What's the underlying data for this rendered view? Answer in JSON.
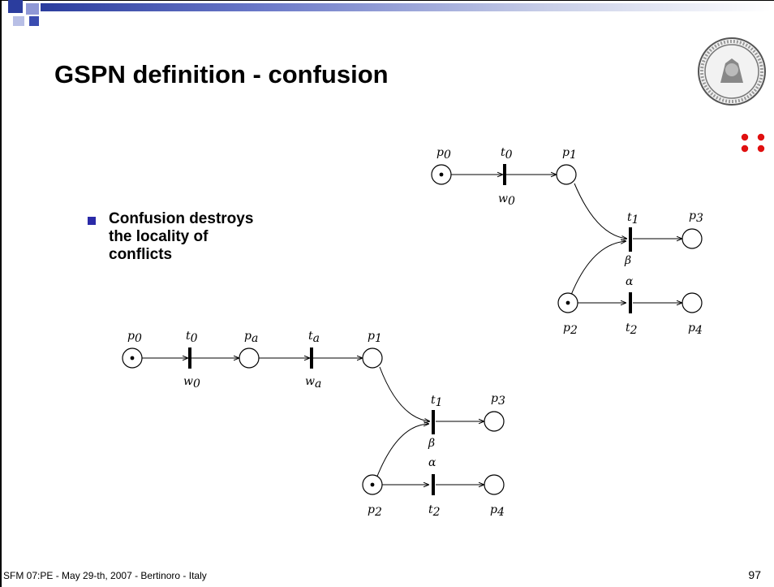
{
  "slide": {
    "title": "GSPN definition - confusion",
    "bullet": "Confusion destroys the locality of conflicts",
    "footer": "SFM 07:PE - May 29-th, 2007 - Bertinoro - Italy",
    "page_number": "97"
  },
  "icons": {
    "seal": "university-seal-icon",
    "dots": "red-dots-icon",
    "bullet": "square-bullet-icon"
  },
  "colors": {
    "accent_blue": "#2b3d9e",
    "dot_red": "#e01010"
  },
  "net_top": {
    "places": [
      {
        "base": "p",
        "sub": "0",
        "tokens": 1
      },
      {
        "base": "p",
        "sub": "1",
        "tokens": 0
      },
      {
        "base": "p",
        "sub": "3",
        "tokens": 0
      },
      {
        "base": "p",
        "sub": "2",
        "tokens": 1
      },
      {
        "base": "p",
        "sub": "4",
        "tokens": 0
      }
    ],
    "transitions": [
      {
        "base": "t",
        "sub": "0",
        "weight_base": "w",
        "weight_sub": "0"
      },
      {
        "base": "t",
        "sub": "1",
        "weight_base": "β",
        "weight_sub": ""
      },
      {
        "base": "t",
        "sub": "2",
        "weight_base": "α",
        "weight_sub": ""
      }
    ]
  },
  "net_bottom": {
    "places": [
      {
        "base": "p",
        "sub": "0",
        "tokens": 1
      },
      {
        "base": "p",
        "sub": "a",
        "tokens": 0
      },
      {
        "base": "p",
        "sub": "1",
        "tokens": 0
      },
      {
        "base": "p",
        "sub": "3",
        "tokens": 0
      },
      {
        "base": "p",
        "sub": "2",
        "tokens": 1
      },
      {
        "base": "p",
        "sub": "4",
        "tokens": 0
      }
    ],
    "transitions": [
      {
        "base": "t",
        "sub": "0",
        "weight_base": "w",
        "weight_sub": "0"
      },
      {
        "base": "t",
        "sub": "a",
        "weight_base": "w",
        "weight_sub": "a"
      },
      {
        "base": "t",
        "sub": "1",
        "weight_base": "β",
        "weight_sub": ""
      },
      {
        "base": "t",
        "sub": "2",
        "weight_base": "α",
        "weight_sub": ""
      }
    ]
  }
}
